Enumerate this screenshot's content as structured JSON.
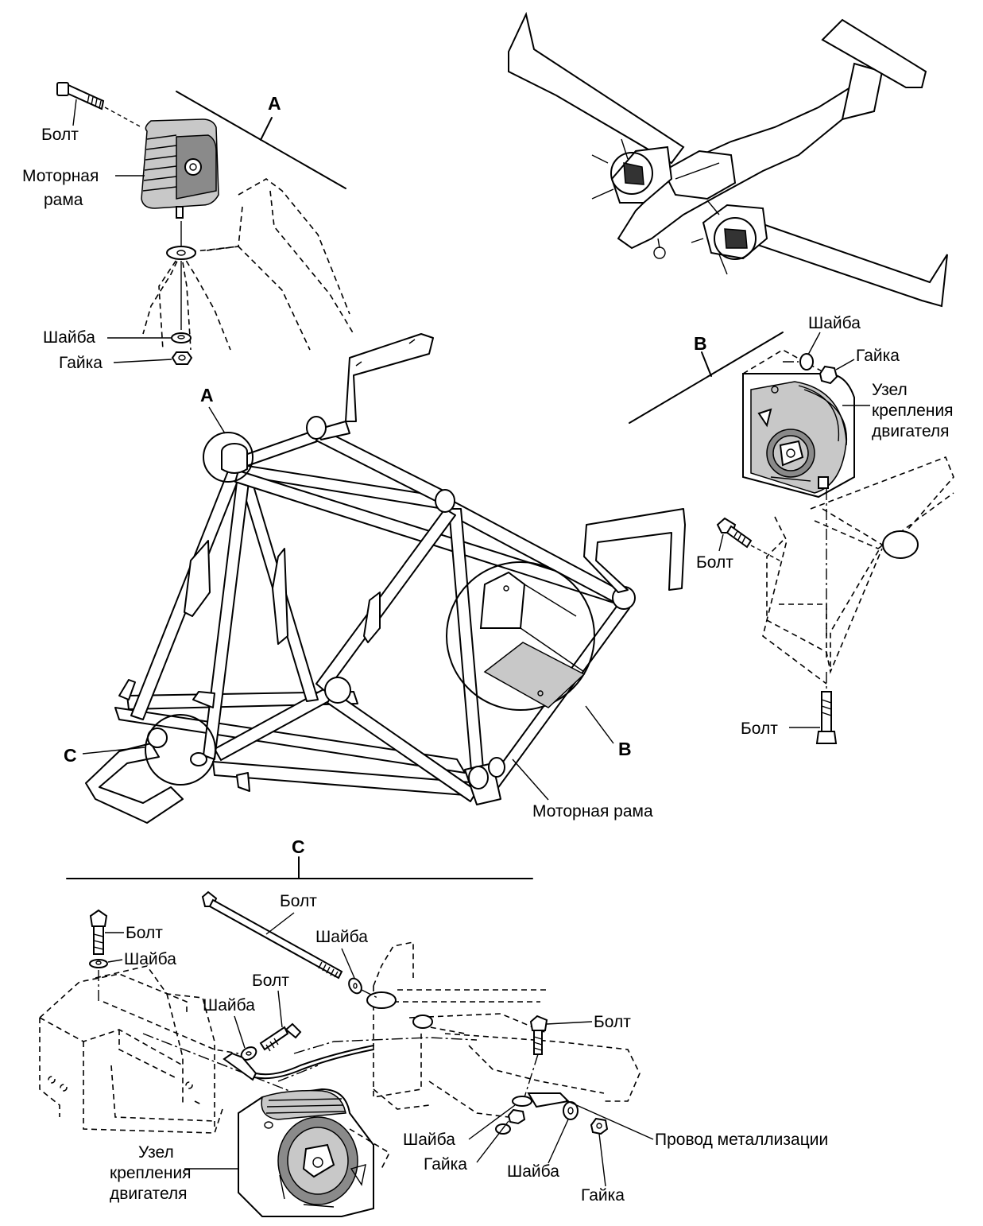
{
  "sections": {
    "A": "A",
    "B": "B",
    "C": "C"
  },
  "detail_a": {
    "bolt": "Болт",
    "mount_l1": "Моторная",
    "mount_l2": "рама",
    "washer": "Шайба",
    "nut": "Гайка"
  },
  "main_view": {
    "marker_a": "A",
    "marker_b": "B",
    "marker_c": "C",
    "frame_label": "Моторная рама"
  },
  "detail_b": {
    "washer": "Шайба",
    "nut": "Гайка",
    "mount_l1": "Узел",
    "mount_l2": "крепления",
    "mount_l3": "двигателя",
    "bolt_upper": "Болт",
    "bolt_lower": "Болт"
  },
  "detail_c": {
    "bolt_long": "Болт",
    "washer_long": "Шайба",
    "bolt_left": "Болт",
    "washer_left": "Шайба",
    "bolt_mid": "Болт",
    "washer_mid": "Шайба",
    "bolt_right": "Болт",
    "bonding_wire": "Провод металлизации",
    "washer_low": "Шайба",
    "nut_low": "Гайка",
    "washer_low2": "Шайба",
    "nut_low2": "Гайка",
    "mount_l1": "Узел",
    "mount_l2": "крепления",
    "mount_l3": "двигателя"
  }
}
